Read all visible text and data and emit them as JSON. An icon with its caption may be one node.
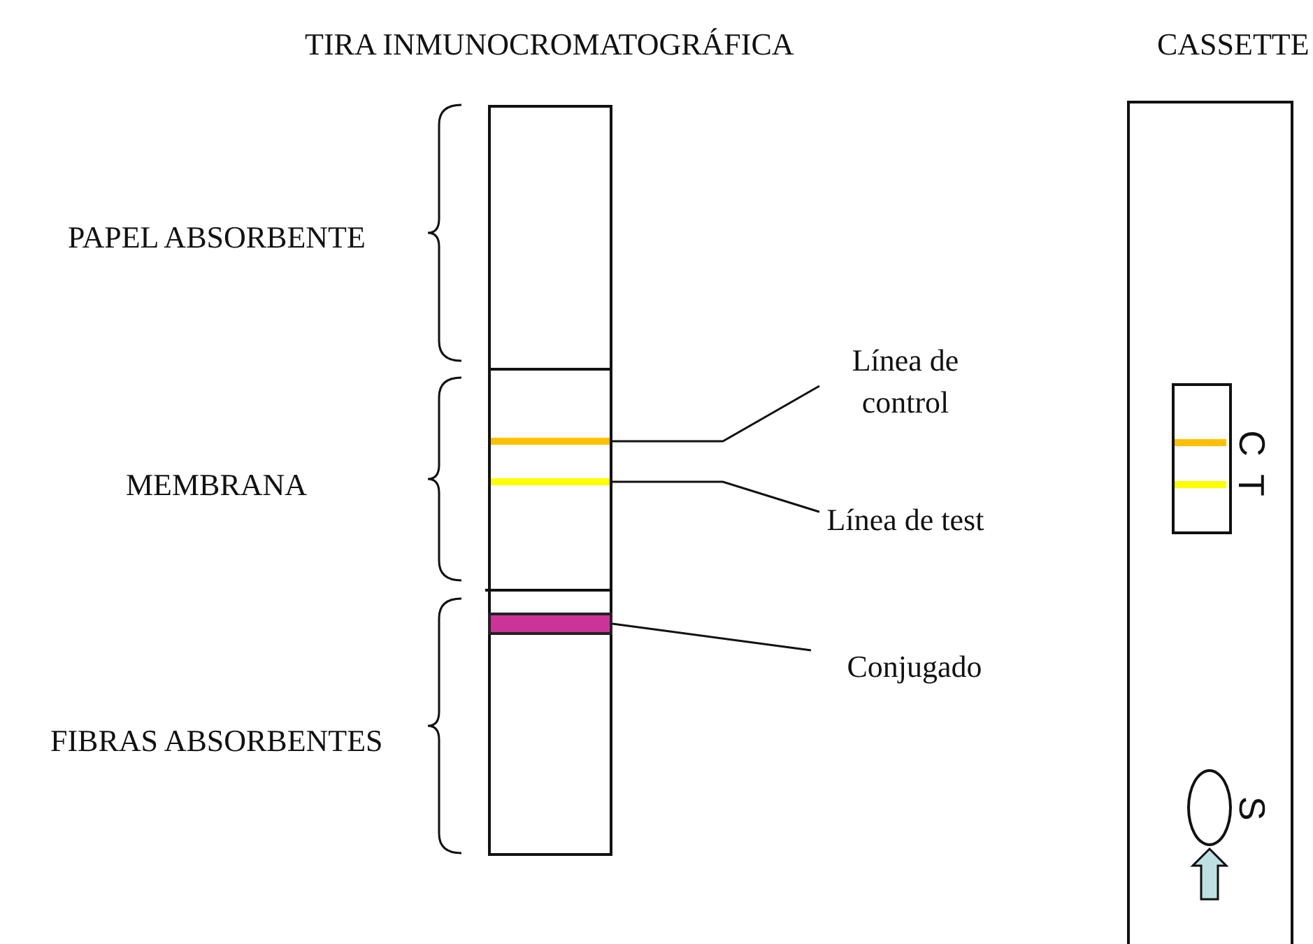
{
  "diagram": {
    "nodes": [
      {
        "text": [],
        "shape": "bar"
      },
      {
        "text": [],
        "shape": "bar",
        "in": 0
      },
      {
        "text": [],
        "shape": "bar",
        "in": 0
      },
      {
        "text": [],
        "shape": "bar",
        "in": 0
      },
      {
        "text": [
          "Línea de control"
        ]
      },
      {
        "text": [
          "Línea de test"
        ]
      },
      {
        "text": [
          "Conjugado"
        ]
      },
      {
        "text": [],
        "shape": "box"
      },
      {
        "text": [],
        "shape": "box",
        "in": 7
      },
      {
        "text": [],
        "shape": "bar",
        "in": 8,
        "beside": [
          "C"
        ]
      },
      {
        "text": [],
        "shape": "bar",
        "in": 8,
        "beside": [
          "T"
        ]
      },
      {
        "text": [],
        "shape": "circle",
        "in": 7,
        "beside": [
          "S"
        ]
      }
    ],
    "edges": [
      {
        "from": 4,
        "to": 1,
        "arrow": "none"
      },
      {
        "from": 5,
        "to": 2,
        "arrow": "none"
      },
      {
        "from": 6,
        "to": 3,
        "arrow": "none"
      },
      {
        "from": null,
        "to": 11,
        "arrow": "to"
      }
    ],
    "labels": [
      "TIRA INMUNOCROMATOGRÁFICA",
      "CASSETTE",
      "PAPEL ABSORBENTE",
      "MEMBRANA",
      "FIBRAS ABSORBENTES"
    ]
  }
}
